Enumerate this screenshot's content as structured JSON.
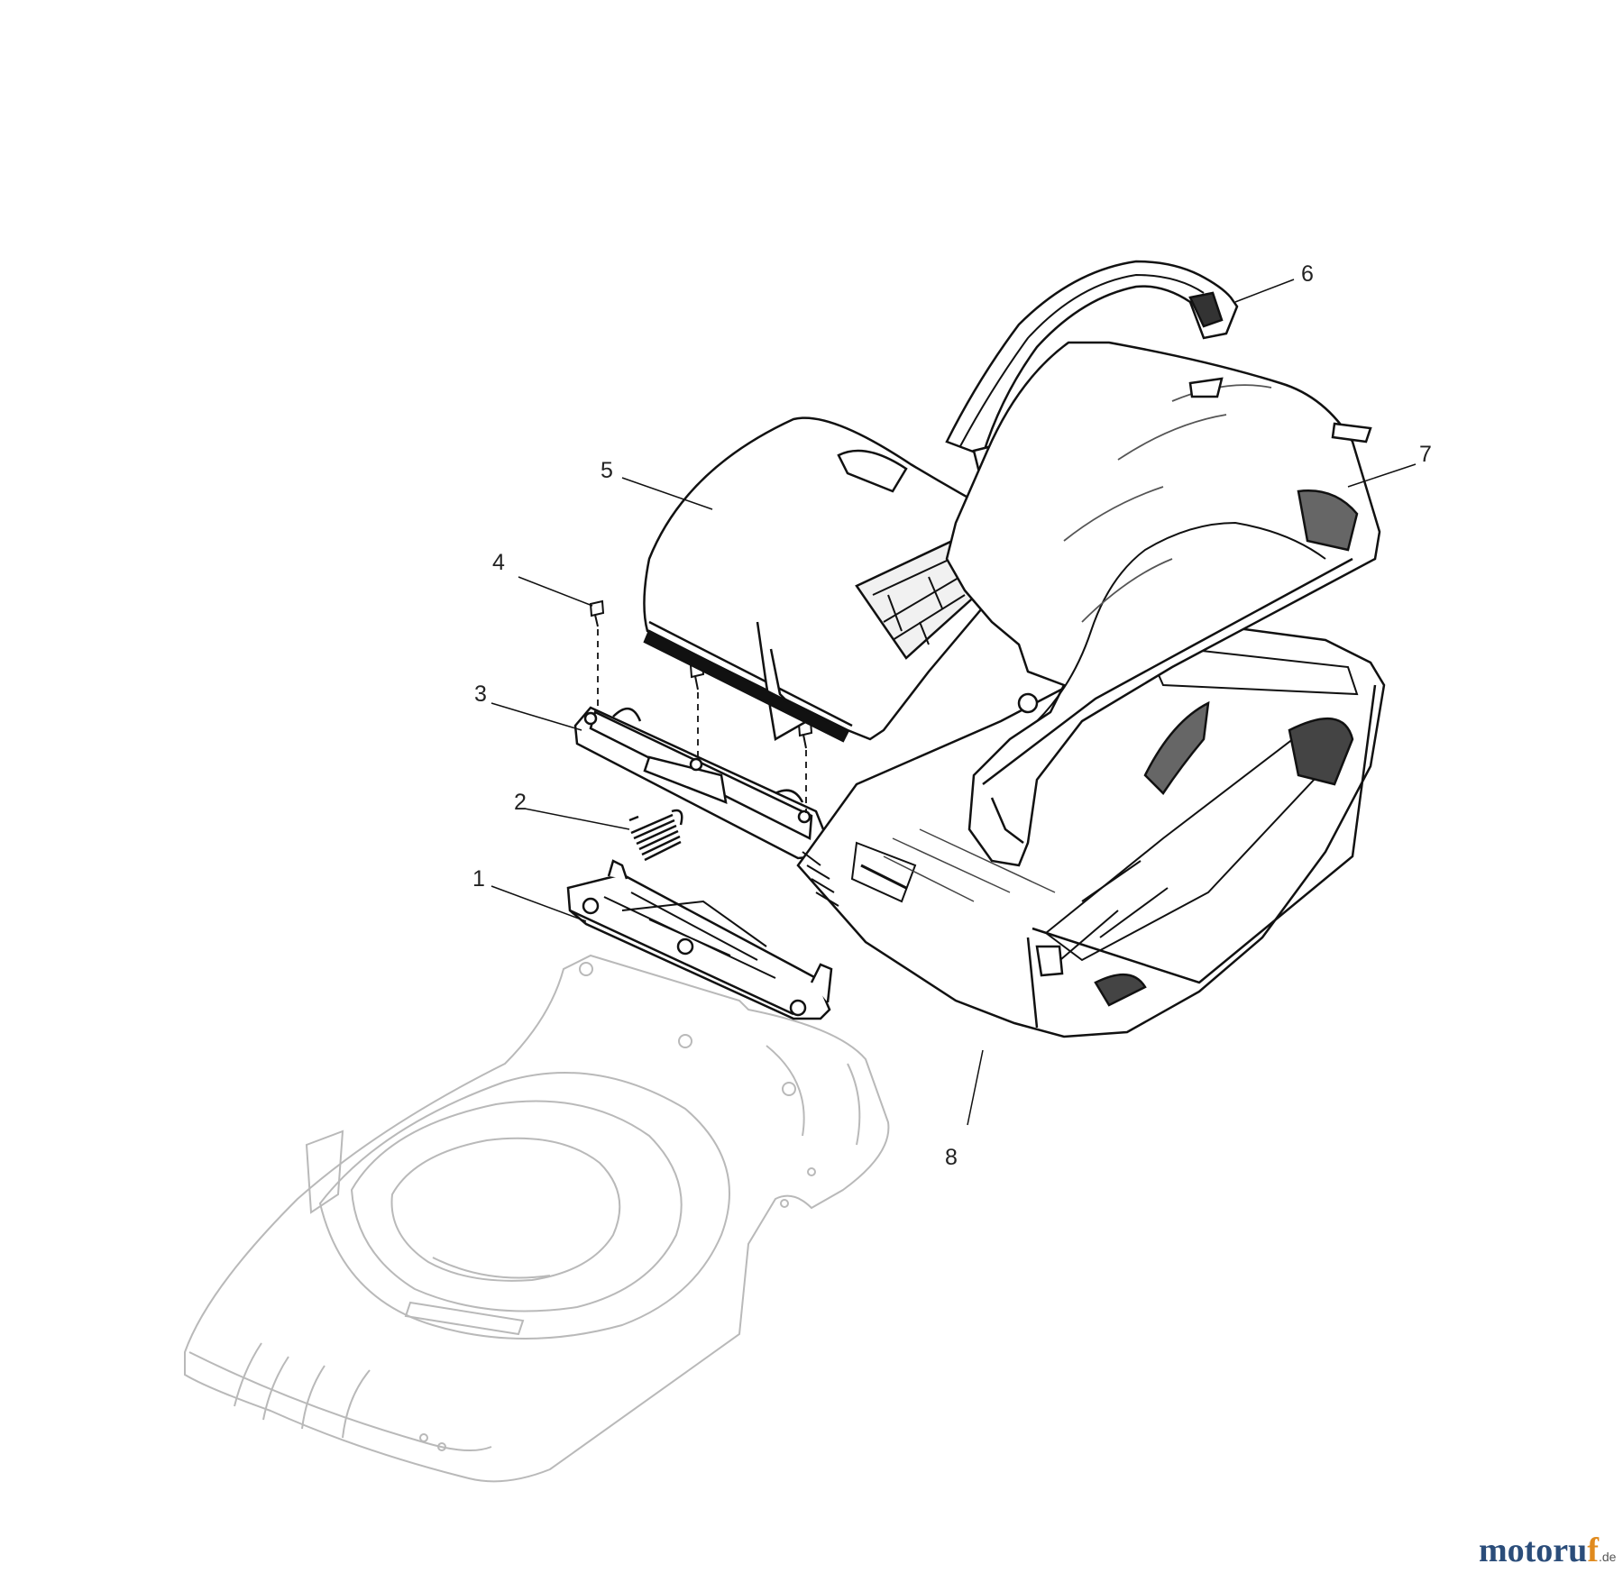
{
  "labels": [
    {
      "id": "1",
      "text": "1"
    },
    {
      "id": "2",
      "text": "2"
    },
    {
      "id": "3",
      "text": "3"
    },
    {
      "id": "4",
      "text": "4"
    },
    {
      "id": "5",
      "text": "5"
    },
    {
      "id": "6",
      "text": "6"
    },
    {
      "id": "7",
      "text": "7"
    },
    {
      "id": "8",
      "text": "8"
    }
  ],
  "watermark": {
    "main": "motoru",
    "accent": "f",
    "suffix": ".de"
  }
}
